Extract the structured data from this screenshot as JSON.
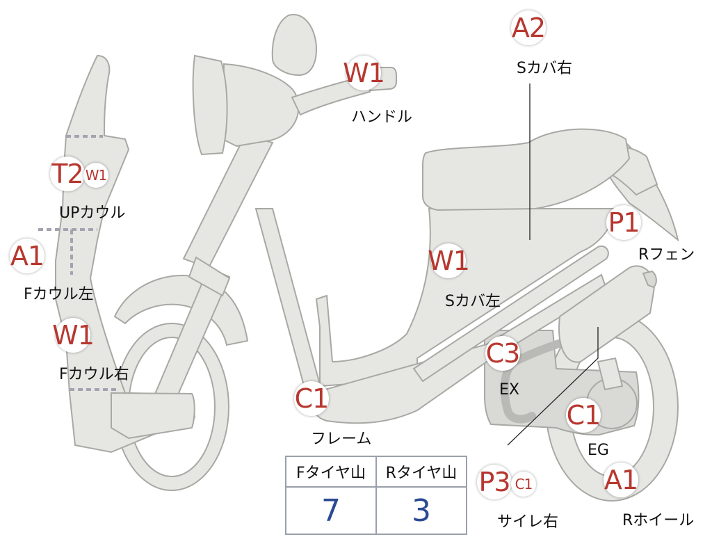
{
  "markers": [
    {
      "id": "W1-handle",
      "code": "W1",
      "label": "ハンドル"
    },
    {
      "id": "A2-scover-right",
      "code": "A2",
      "label": "Sカバ右"
    },
    {
      "id": "T2-up-cowl",
      "code": "T2",
      "code2": "W1",
      "label": "UPカウル"
    },
    {
      "id": "A1-f-cowl-left",
      "code": "A1",
      "label": "Fカウル左"
    },
    {
      "id": "W1-f-cowl-right",
      "code": "W1",
      "label": "Fカウル右"
    },
    {
      "id": "W1-scover-left",
      "code": "W1",
      "label": "Sカバ左"
    },
    {
      "id": "P1-r-fender",
      "code": "P1",
      "label": "Rフェン"
    },
    {
      "id": "C3-ex",
      "code": "C3",
      "label": "EX"
    },
    {
      "id": "C1-frame",
      "code": "C1",
      "label": "フレーム"
    },
    {
      "id": "C1-eg",
      "code": "C1",
      "label": "EG"
    },
    {
      "id": "P3-side-right",
      "code": "P3",
      "code2": "C1",
      "label": "サイレ右"
    },
    {
      "id": "A1-r-wheel",
      "code": "A1",
      "label": "Rホイール"
    }
  ],
  "tread_table": {
    "headers": [
      "Fタイヤ山",
      "Rタイヤ山"
    ],
    "values": [
      "7",
      "3"
    ]
  },
  "colors": {
    "marker_text": "#b7372f",
    "bike_fill": "#e6e6e3",
    "bike_stroke": "#a8a8a4",
    "table_value": "#2b4a93"
  }
}
